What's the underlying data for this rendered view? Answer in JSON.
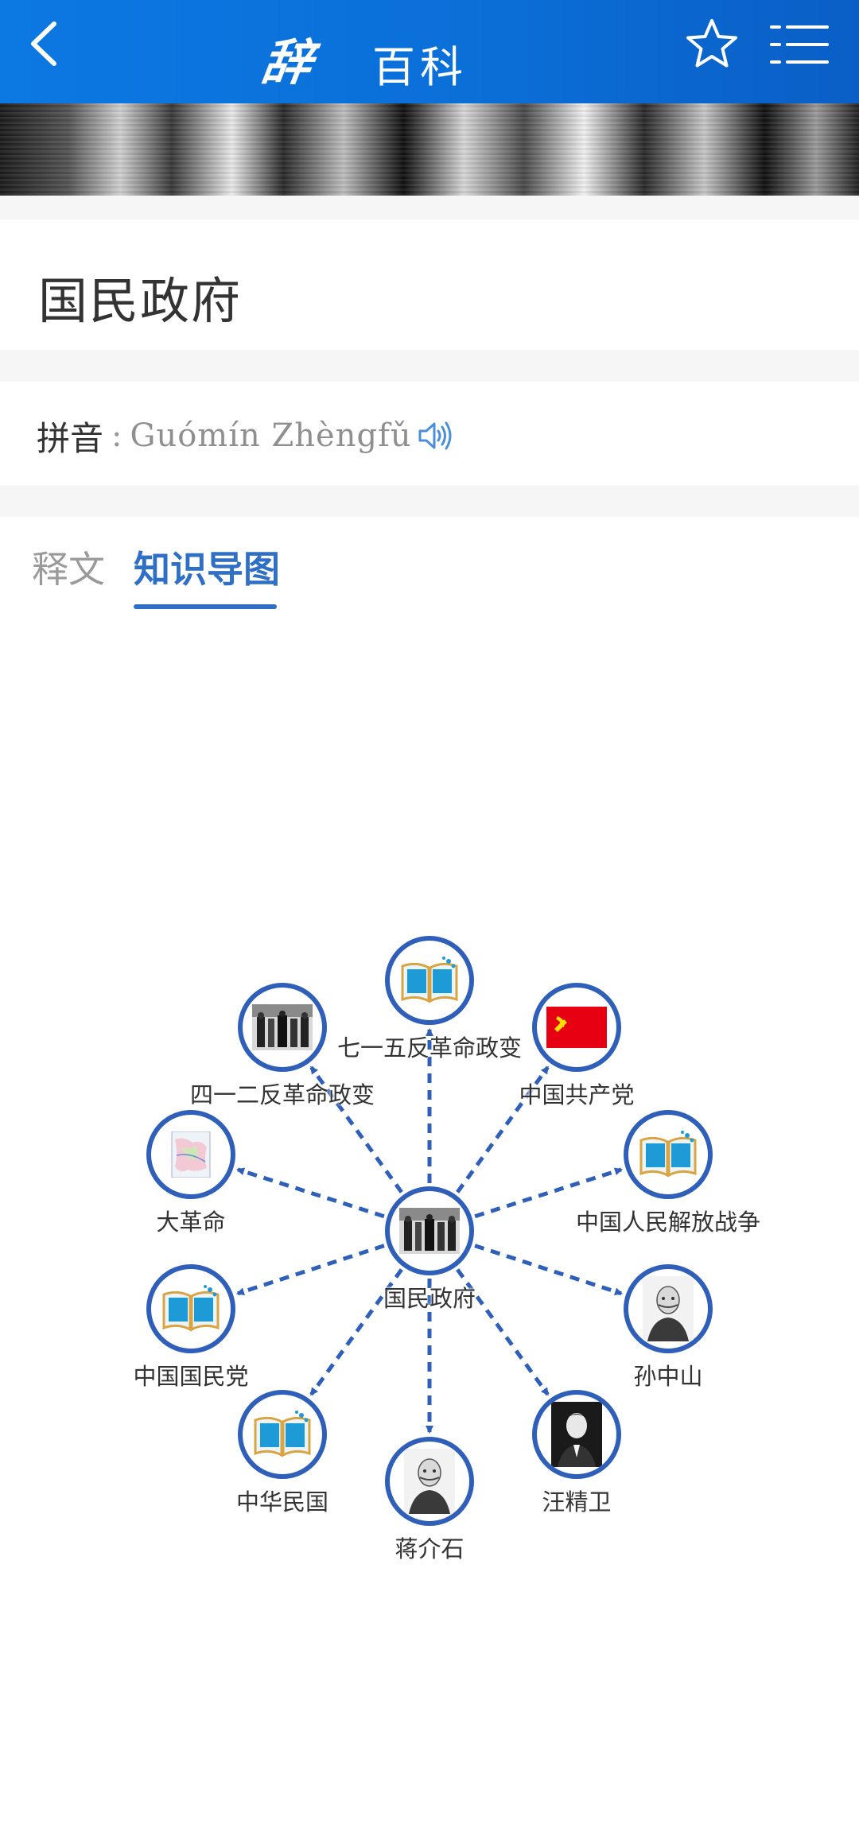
{
  "header": {
    "logo_mark": "辞海",
    "logo_text": "百科",
    "colors": {
      "bar": "#0b6fd8",
      "accent": "#2f5fb8"
    },
    "icons": {
      "back": "chevron-left-icon",
      "favorite": "star-outline-icon",
      "menu": "list-menu-icon"
    }
  },
  "entry": {
    "title": "国民政府",
    "pinyin_label": "拼音",
    "pinyin_separator": ":",
    "pinyin_value": "Guómín Zhèngfǔ",
    "audio_icon": "speaker-icon"
  },
  "tabs": [
    {
      "label": "释文",
      "active": false
    },
    {
      "label": "知识导图",
      "active": true
    }
  ],
  "graph": {
    "center": {
      "label": "国民政府",
      "thumb": "photo"
    },
    "nodes": [
      {
        "label": "七一五反革命政变",
        "thumb": "book"
      },
      {
        "label": "中国共产党",
        "thumb": "flag"
      },
      {
        "label": "中国人民解放战争",
        "thumb": "book"
      },
      {
        "label": "孙中山",
        "thumb": "portrait"
      },
      {
        "label": "汪精卫",
        "thumb": "portrait-dark"
      },
      {
        "label": "蒋介石",
        "thumb": "portrait"
      },
      {
        "label": "中华民国",
        "thumb": "book"
      },
      {
        "label": "中国国民党",
        "thumb": "book"
      },
      {
        "label": "大革命",
        "thumb": "map"
      },
      {
        "label": "四一二反革命政变",
        "thumb": "photo"
      }
    ]
  }
}
